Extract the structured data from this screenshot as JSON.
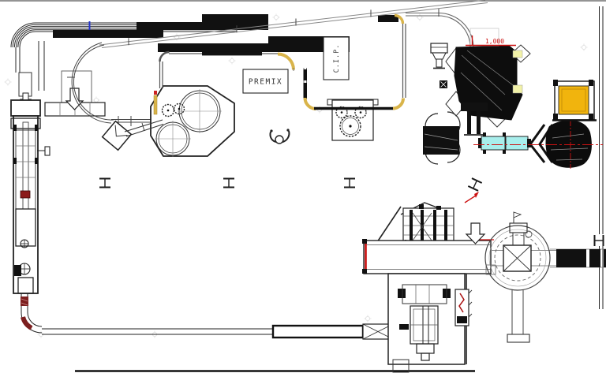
{
  "drawing": {
    "labels": {
      "premix": "PREMIX",
      "cip": "C.I.P.",
      "dimension": "1,000"
    },
    "colors": {
      "line_black": "#1a1a1a",
      "highlight_yellow": "#d9b44a",
      "pale_yellow_tab": "#f2f2a8",
      "pallet_yellow": "#f1b40d",
      "conveyor_cyan": "#a8eeec",
      "centerline_red": "#cc1111",
      "hatch_dark_red": "#7c1f1f",
      "tick_blue": "#2233cc",
      "ghost_gray": "#9a9a9a"
    }
  }
}
